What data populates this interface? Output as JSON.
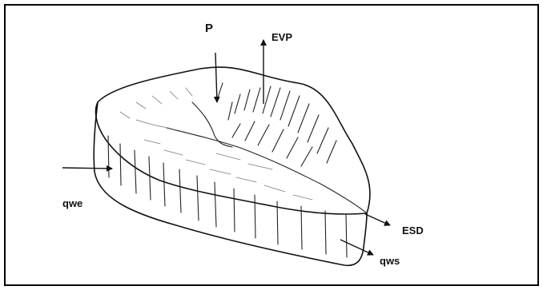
{
  "labels": {
    "precipitation": "P",
    "evaporation": "EVP",
    "inflow": "qwe",
    "surface_outflow": "ESD",
    "subsurface_outflow": "qws"
  },
  "colors": {
    "frame": "#000000",
    "ink": "#111111",
    "background": "#ffffff"
  }
}
